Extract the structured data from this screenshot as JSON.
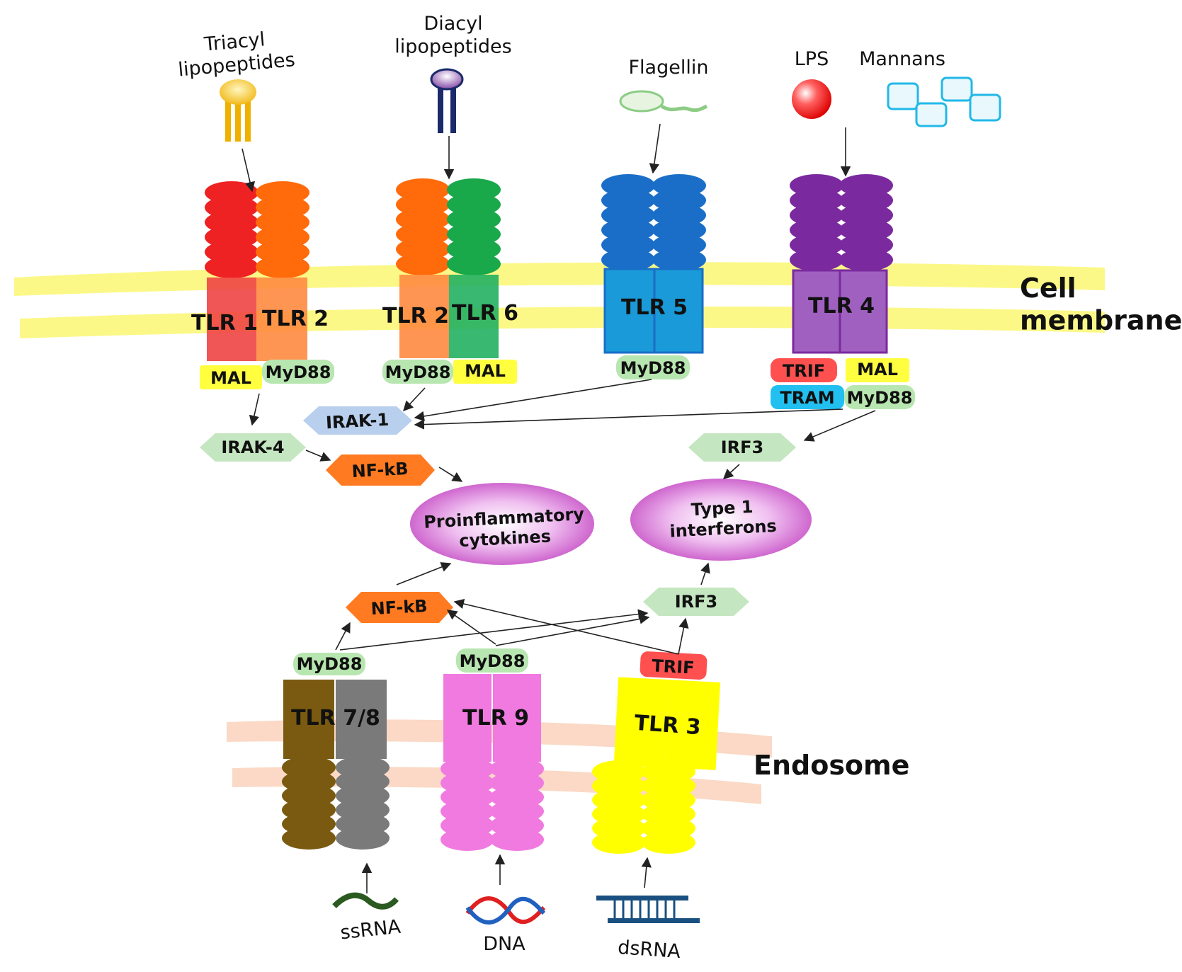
{
  "ligands": {
    "triacyl": "Triacyl\nlipopeptides",
    "diacyl": "Diacyl\nlipopeptides",
    "flagellin": "Flagellin",
    "lps": "LPS",
    "mannans": "Mannans",
    "ssrna": "ssRNA",
    "dna": "DNA",
    "dsrna": "dsRNA"
  },
  "compartments": {
    "cell_membrane": "Cell\nmembrane",
    "endosome": "Endosome"
  },
  "receptors": {
    "tlr1": "TLR 1",
    "tlr2a": "TLR 2",
    "tlr2b": "TLR 2",
    "tlr6": "TLR 6",
    "tlr5": "TLR 5",
    "tlr4": "TLR 4",
    "tlr78": "TLR 7/8",
    "tlr9": "TLR 9",
    "tlr3": "TLR 3"
  },
  "adaptors": {
    "mal1": "MAL",
    "myd88_1": "MyD88",
    "myd88_2": "MyD88",
    "mal2": "MAL",
    "myd88_5": "MyD88",
    "trif4": "TRIF",
    "mal4": "MAL",
    "tram4": "TRAM",
    "myd88_4": "MyD88",
    "myd88_78": "MyD88",
    "myd88_9": "MyD88",
    "trif3": "TRIF"
  },
  "signaling": {
    "irak1": "IRAK-1",
    "irak4": "IRAK-4",
    "nfkb_top": "NF-kB",
    "irf3_top": "IRF3",
    "nfkb_bottom": "NF-kB",
    "irf3_bottom": "IRF3"
  },
  "outputs": {
    "cytokines": "Proinflammatory\ncytokines",
    "interferons": "Type 1\ninterferons"
  },
  "colors": {
    "membrane": "#fbf77a",
    "endosome": "#fbd9c6",
    "tlr1": "#ee2222",
    "tlr2": "#ff6a0a",
    "tlr6": "#19a84a",
    "tlr5": "#1a6ec8",
    "tlr4": "#7a2a9e",
    "tlr7": "#7a5a10",
    "tlr8": "#7a7a7a",
    "tlr9": "#f07ae0",
    "tlr3": "#ffff00",
    "adaptor_green": "#b8e6b0",
    "adaptor_yellow": "#ffff40",
    "adaptor_red": "#ff5050",
    "adaptor_cyan": "#22c0f0",
    "signal_green": "#c4e6c0",
    "signal_blue": "#b8cfee",
    "signal_orange": "#ff7a20",
    "output_purple": "#d060d0"
  }
}
